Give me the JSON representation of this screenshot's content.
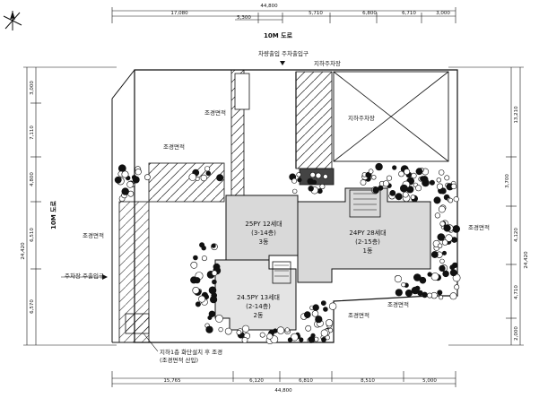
{
  "roads": {
    "north": "10M 도로",
    "west": "10M 도로"
  },
  "units": [
    {
      "line1": "25PY 12세대",
      "line2": "(3-14층)",
      "line3": "3동"
    },
    {
      "line1": "24PY 28세대",
      "line2": "(2-15층)",
      "line3": "1동"
    },
    {
      "line1": "24.5PY 13세대",
      "line2": "(2-14층)",
      "line3": "2동"
    }
  ],
  "dimensions": {
    "top_total": "44,800",
    "top_parts": [
      "17,080",
      "5,300",
      "5,710",
      "6,800",
      "6,710",
      "3,000"
    ],
    "bottom_total": "44,800",
    "bottom_parts": [
      "15,765",
      "6,120",
      "6,810",
      "8,510",
      "5,000"
    ],
    "left_parts": [
      "3,000",
      "7,110",
      "4,800",
      "6,510",
      "6,570"
    ],
    "left_total": "24,420",
    "right_parts": [
      "13,210",
      "3,700",
      "4,120",
      "4,710",
      "2,000"
    ],
    "right_total": "24,420"
  },
  "callouts": {
    "entrance": "차량출입 주차출입구",
    "parking1": "지하주차장",
    "parking2": "지하주차장",
    "landscape1": "조경면적",
    "landscape2": "조경면적",
    "landscape3": "조경면적",
    "landscape4": "조경면적",
    "landscape5": "조경면적",
    "landscape6": "조경면적",
    "west_entry": "주차장 주출입구",
    "bottom_note1": "지하1층 화단설치 후 조경",
    "bottom_note2": "(조경면적 산입)"
  }
}
